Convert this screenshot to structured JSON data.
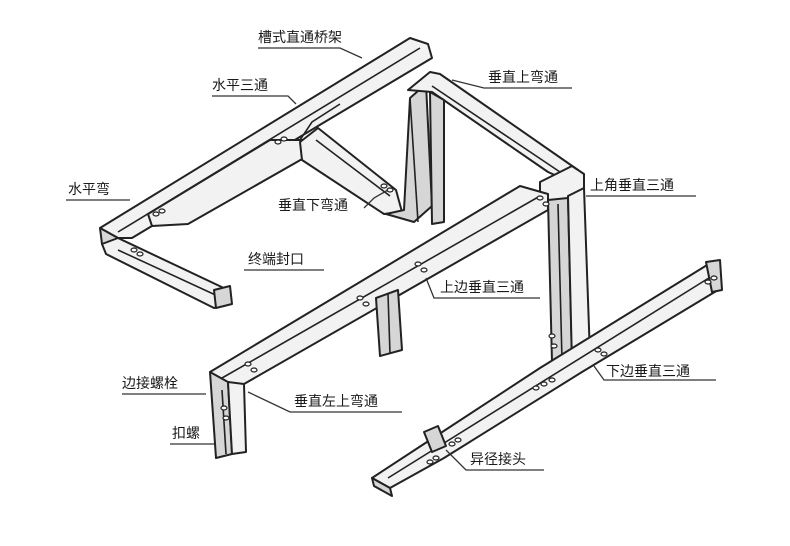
{
  "labels": {
    "trough_straight": "槽式直通桥架",
    "horizontal_tee": "水平三通",
    "vertical_up_bend": "垂直上弯通",
    "horizontal_elbow": "水平弯",
    "vertical_down_bend": "垂直下弯通",
    "corner_vertical_tee": "上角垂直三通",
    "end_cap": "终端封口",
    "upper_side_vertical_tee": "上边垂直三通",
    "edge_bolt": "边接螺栓",
    "vertical_left_up_bend": "垂直左上弯通",
    "lower_side_vertical_tee": "下边垂直三通",
    "fastener_nut": "扣螺",
    "reducer_joint": "异径接头"
  },
  "colors": {
    "line": "#222222",
    "tray_face": "#f2f2f2",
    "tray_shadow": "#d6d6d6",
    "text": "#1a1a1a"
  }
}
